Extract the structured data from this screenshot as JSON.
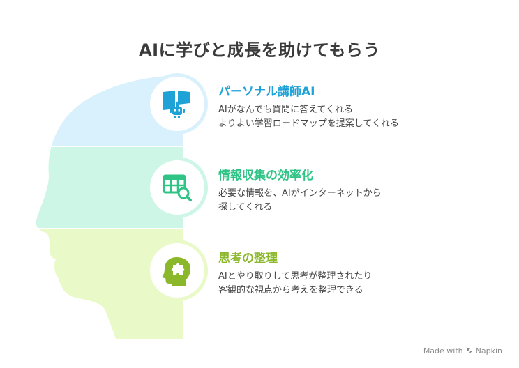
{
  "title": "AIに学びと成長を助けてもらう",
  "sections": [
    {
      "heading": "パーソナル講師AI",
      "lines": [
        "AIがなんでも質問に答えてくれる",
        "よりよい学習ロードマップを提案してくれる"
      ],
      "color": "#1fa2d6",
      "fill": "#d9f1fc",
      "icon": "book-robot-icon"
    },
    {
      "heading": "情報収集の効率化",
      "lines": [
        "必要な情報を、AIがインターネットから",
        "探してくれる"
      ],
      "color": "#2fc486",
      "fill": "#cdf6e6",
      "icon": "table-search-icon"
    },
    {
      "heading": "思考の整理",
      "lines": [
        "AIとやり取りして思考が整理されたり",
        "客観的な視点から考えを整理できる"
      ],
      "color": "#8ab82a",
      "fill": "#e9f9c7",
      "icon": "head-puzzle-icon"
    }
  ],
  "footer": {
    "made_with": "Made with",
    "brand": "Napkin"
  }
}
